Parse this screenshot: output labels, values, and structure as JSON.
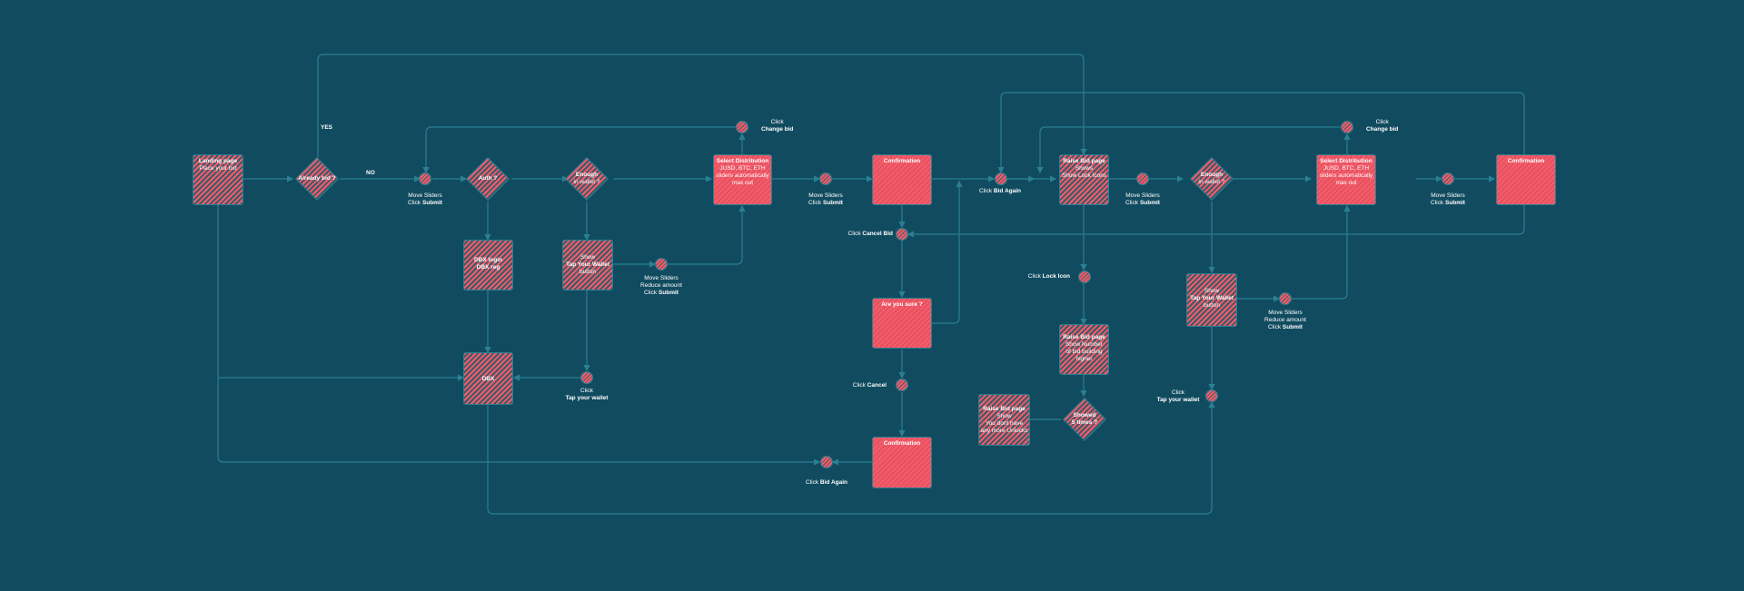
{
  "colors": {
    "background": "#114B5F",
    "shape_fill": "#F45B69",
    "connector": "#2a7f93",
    "text": "#ffffff"
  },
  "nodes": {
    "landing": {
      "title": "Landing page",
      "sub": "Place your bid"
    },
    "already_bid": "Already bid ?",
    "auth": "Auth ?",
    "enough1": [
      "Enough",
      "in wallet ?"
    ],
    "select_dist1": {
      "title": "Select Distribution",
      "lines": [
        "JUSD, BTC, ETH",
        "sliders automatically",
        "max out"
      ]
    },
    "confirmation1": "Confirmation",
    "raise_bid1": {
      "title": "Raise Bid page",
      "lines": [
        "Shows",
        "Show Lock Icons"
      ]
    },
    "enough2": [
      "Enough",
      "in wallet ?"
    ],
    "select_dist2": {
      "title": "Select Distribution",
      "lines": [
        "JUSD, BTC, ETH",
        "sliders automatically",
        "max out"
      ]
    },
    "confirmation2": "Confirmation",
    "dbx_login": [
      "DBX login",
      "DBX reg"
    ],
    "show_tap1": [
      "Show",
      "Tap Your Wallet",
      "button"
    ],
    "are_you_sure": "Are you sure ?",
    "raise_bid2": {
      "title": "Raise Bid page",
      "lines": [
        "Show Number",
        "of bid building",
        "higher"
      ]
    },
    "dbx": "DBX",
    "show_tap2": [
      "Show",
      "Tap Your Wallet",
      "button"
    ],
    "confirmation3": "Confirmation",
    "raise_bid3": {
      "title": "Raise Bid page",
      "lines": [
        "Show",
        "You dont have",
        "any more Unlocks"
      ]
    },
    "showed": [
      "Showed",
      "5 times ?"
    ]
  },
  "labels": {
    "yes": "YES",
    "no": "NO",
    "move_submit_a": {
      "line1": "Move Sliders",
      "click": "Click",
      "action": "Submit"
    },
    "change_bid_a": {
      "click": "Click",
      "action": "Change bid"
    },
    "move_submit_b": {
      "line1": "Move Sliders",
      "click": "Click",
      "action": "Submit"
    },
    "bid_again_a": {
      "click": "Click",
      "action": "Bid Again"
    },
    "move_submit_c": {
      "line1": "Move Sliders",
      "click": "Click",
      "action": "Submit"
    },
    "change_bid_b": {
      "click": "Click",
      "action": "Change bid"
    },
    "move_submit_d": {
      "line1": "Move Sliders",
      "click": "Click",
      "action": "Submit"
    },
    "cancel_bid": {
      "click": "Click",
      "action": "Cancel Bid"
    },
    "reduce_a": {
      "line1": "Move Sliders",
      "line2": "Reduce amount",
      "click": "Click",
      "action": "Submit"
    },
    "lock_icon": {
      "click": "Click",
      "action": "Lock Icon"
    },
    "reduce_b": {
      "line1": "Move Sliders",
      "line2": "Reduce amount",
      "click": "Click",
      "action": "Submit"
    },
    "tap_wallet_a": {
      "click": "Click",
      "action": "Tap your wallet"
    },
    "cancel": {
      "click": "Click",
      "action": "Cancel"
    },
    "tap_wallet_b": {
      "click": "Click",
      "action": "Tap your wallet"
    },
    "bid_again_b": {
      "click": "Click",
      "action": "Bid Again"
    }
  }
}
